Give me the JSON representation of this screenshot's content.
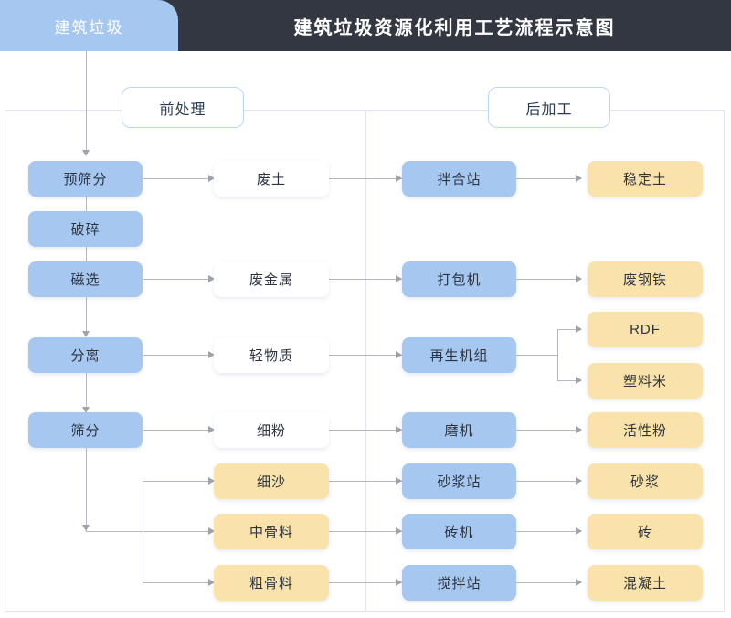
{
  "header": {
    "tab_label": "建筑垃圾",
    "title": "建筑垃圾资源化利用工艺流程示意图",
    "tab_color": "#a6c8f0",
    "bar_color": "#323741"
  },
  "sections": {
    "pre": "前处理",
    "post": "后加工"
  },
  "colors": {
    "process": "#a6c8f0",
    "intermediate": "#ffffff",
    "product": "#fae3ab",
    "connector": "#b6b8bf",
    "frame": "#e4e4f0"
  },
  "nodes": {
    "preprocess": [
      {
        "id": "pre-screen",
        "label": "预筛分"
      },
      {
        "id": "crush",
        "label": "破碎"
      },
      {
        "id": "magnetic",
        "label": "磁选"
      },
      {
        "id": "separate",
        "label": "分离"
      },
      {
        "id": "screen",
        "label": "筛分"
      }
    ],
    "intermediates": [
      {
        "id": "waste-soil",
        "label": "废土",
        "kind": "white"
      },
      {
        "id": "waste-metal",
        "label": "废金属",
        "kind": "white"
      },
      {
        "id": "light-mat",
        "label": "轻物质",
        "kind": "white"
      },
      {
        "id": "fine-powder",
        "label": "细粉",
        "kind": "white"
      },
      {
        "id": "fine-sand",
        "label": "细沙",
        "kind": "amber"
      },
      {
        "id": "mid-agg",
        "label": "中骨料",
        "kind": "amber"
      },
      {
        "id": "coarse-agg",
        "label": "粗骨料",
        "kind": "amber"
      }
    ],
    "postprocess": [
      {
        "id": "mixing-station",
        "label": "拌合站"
      },
      {
        "id": "baler",
        "label": "打包机"
      },
      {
        "id": "recycle-unit",
        "label": "再生机组"
      },
      {
        "id": "mill",
        "label": "磨机"
      },
      {
        "id": "mortar-station",
        "label": "砂浆站"
      },
      {
        "id": "brick-machine",
        "label": "砖机"
      },
      {
        "id": "stir-station",
        "label": "搅拌站"
      }
    ],
    "products": [
      {
        "id": "stabilized-soil",
        "label": "稳定土"
      },
      {
        "id": "scrap-steel",
        "label": "废钢铁"
      },
      {
        "id": "rdf",
        "label": "RDF"
      },
      {
        "id": "plastic-pellet",
        "label": "塑料米"
      },
      {
        "id": "active-powder",
        "label": "活性粉"
      },
      {
        "id": "mortar",
        "label": "砂浆"
      },
      {
        "id": "brick",
        "label": "砖"
      },
      {
        "id": "concrete",
        "label": "混凝土"
      }
    ]
  }
}
